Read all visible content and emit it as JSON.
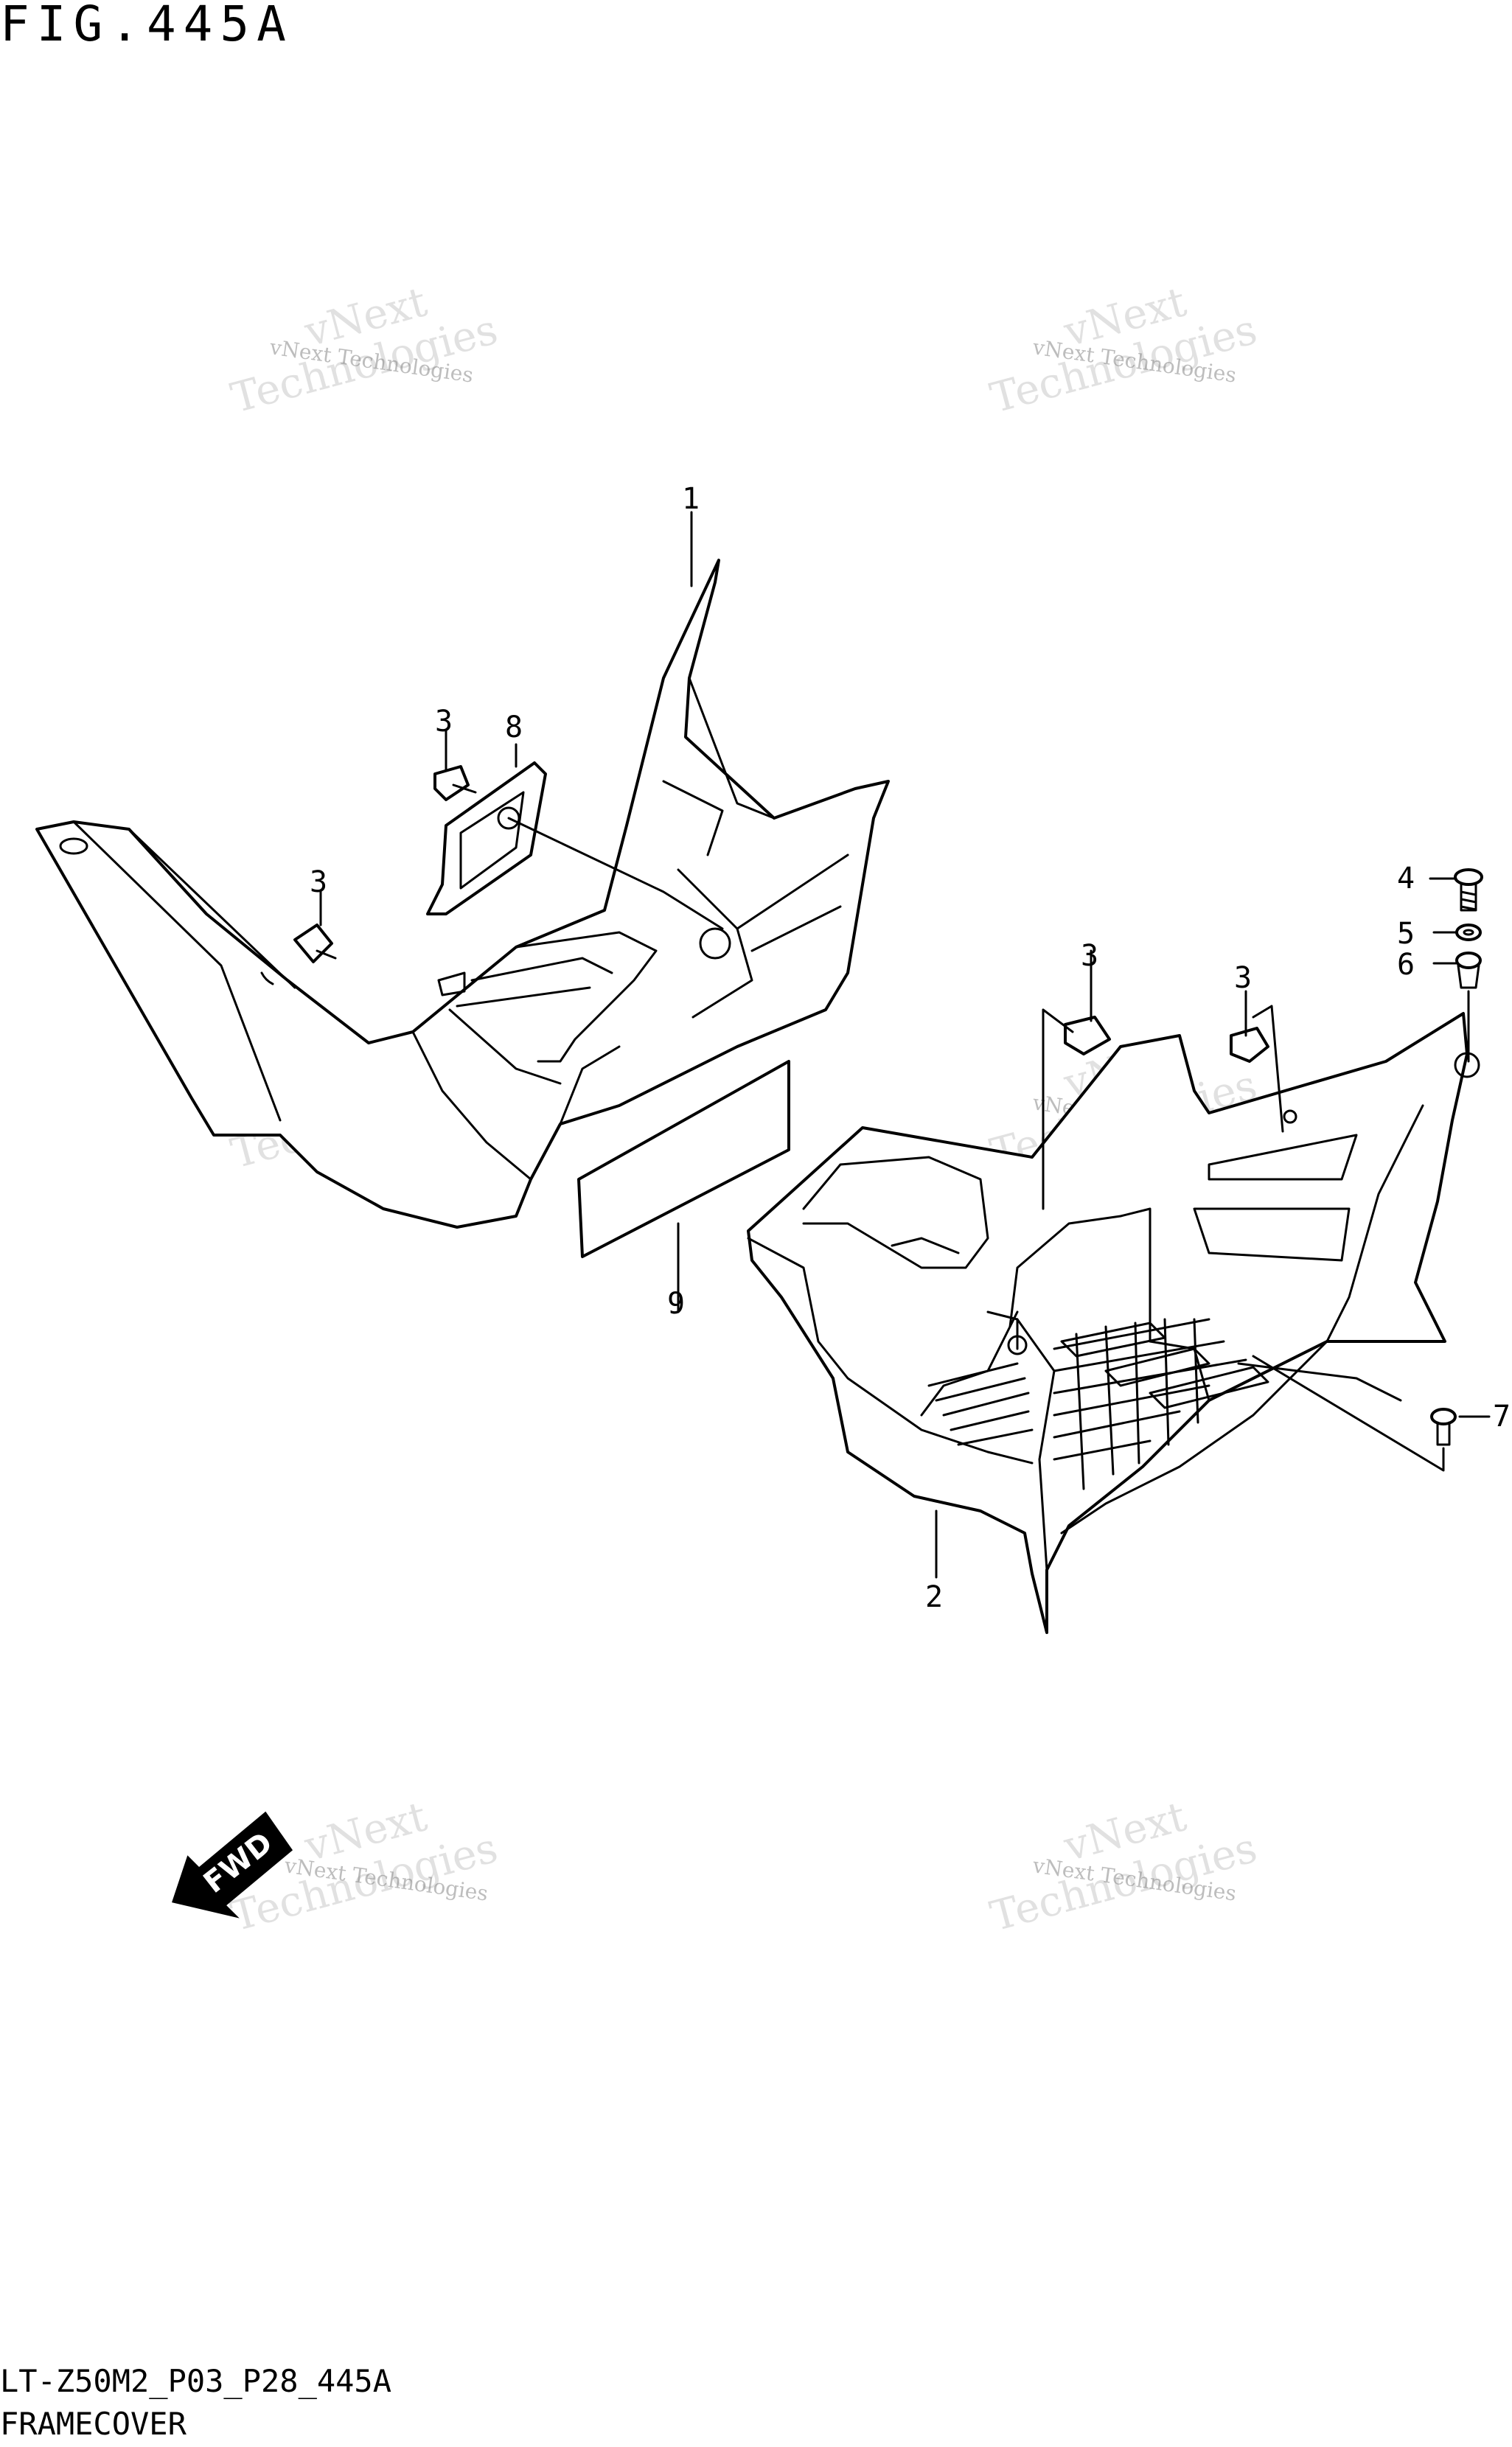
{
  "figure": {
    "title": "FIG.445A",
    "code": "LT-Z50M2_P03_P28_445A",
    "name": "FRAMECOVER"
  },
  "callouts": [
    "1",
    "2",
    "3",
    "3",
    "3",
    "3",
    "4",
    "5",
    "6",
    "7",
    "8",
    "9"
  ],
  "fwd_label": "FWD",
  "watermark": {
    "line1": "vNext Technologies",
    "line2": "vNext",
    "line3": "Technologies"
  }
}
